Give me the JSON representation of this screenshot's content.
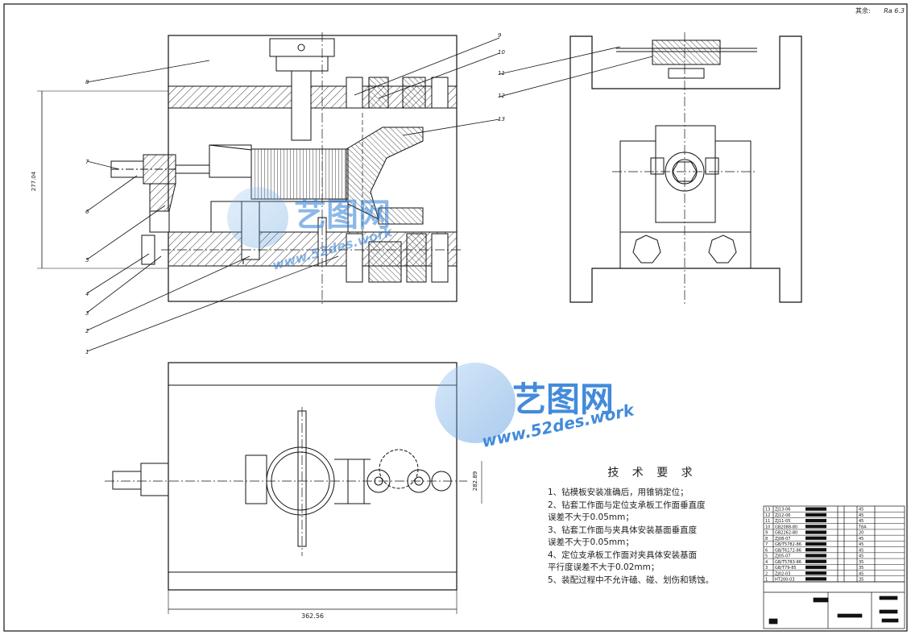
{
  "roughness_note": {
    "prefix": "其余:",
    "value": "Ra 6.3"
  },
  "balloons": [
    "1",
    "2",
    "3",
    "4",
    "5",
    "6",
    "7",
    "8",
    "9",
    "10",
    "11",
    "12",
    "13"
  ],
  "dimensions": {
    "height": "277.04",
    "width": "362.56",
    "side": "282.89"
  },
  "watermark": {
    "brand": "艺图网",
    "url": "www.52des.work"
  },
  "technical_requirements": {
    "title": "技 术 要 求",
    "lines": [
      "1、钻模板安装准确后，用锥销定位；",
      "2、钻套工作面与定位支承板工作面垂直度",
      "误差不大于0.05mm；",
      "3、钻套工作面与夹具体安装基面垂直度",
      "误差不大于0.05mm；",
      "4、定位支承板工作面对夹具体安装基面",
      "平行度误差不大于0.02mm；",
      "5、装配过程中不允许磕、碰、划伤和锈蚀。"
    ]
  },
  "parts_list": [
    {
      "no": "13",
      "code": "ZJ13-06",
      "mat": "45"
    },
    {
      "no": "12",
      "code": "ZJ12-06",
      "mat": "45"
    },
    {
      "no": "11",
      "code": "ZJ11-05",
      "mat": "45"
    },
    {
      "no": "10",
      "code": "GB2088-80",
      "mat": "T8A"
    },
    {
      "no": "9",
      "code": "GB2262-80",
      "mat": "20"
    },
    {
      "no": "8",
      "code": "ZJ08-07",
      "mat": "45"
    },
    {
      "no": "7",
      "code": "GB/T5782-86",
      "mat": "45"
    },
    {
      "no": "6",
      "code": "GB/T6172-86",
      "mat": "45"
    },
    {
      "no": "5",
      "code": "ZJ05-07",
      "mat": "45"
    },
    {
      "no": "4",
      "code": "GB/T5783-86",
      "mat": "35"
    },
    {
      "no": "3",
      "code": "GB/T79-85",
      "mat": "35"
    },
    {
      "no": "2",
      "code": "ZJ02-03",
      "mat": "45"
    },
    {
      "no": "1",
      "code": "HT200-03",
      "mat": "35"
    }
  ]
}
